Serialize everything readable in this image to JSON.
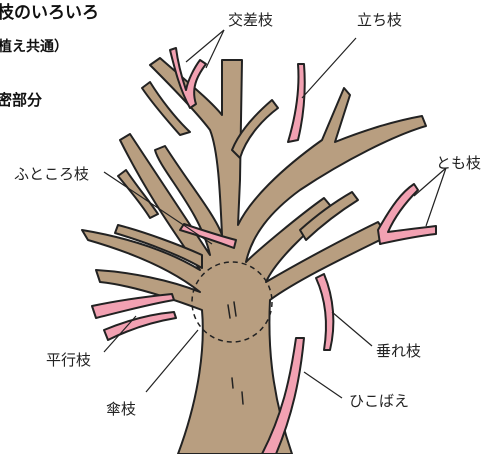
{
  "header": {
    "title_fragment": "枝のいろいろ",
    "subtitle_fragment": "植え共通）",
    "section_fragment": "密部分"
  },
  "labels": {
    "cross_branch": "交差枝",
    "upright_branch": "立ち枝",
    "bosom_branch": "ふところ枝",
    "double_branch": "とも枝",
    "parallel_branch": "平行枝",
    "umbrella_branch": "傘枝",
    "drooping_branch": "垂れ枝",
    "sucker": "ひこばえ"
  },
  "colors": {
    "branch_fill": "#b89e80",
    "highlight_fill": "#f2a1b2",
    "outline": "#222222"
  }
}
